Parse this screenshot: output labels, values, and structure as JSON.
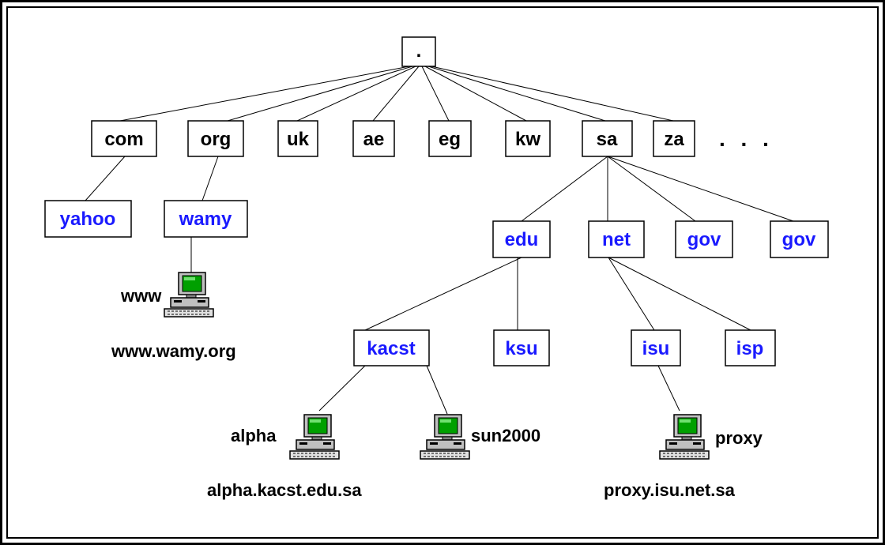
{
  "colors": {
    "top_level_text": "#000000",
    "sub_level_text": "#1a1aff",
    "box_border": "#000000",
    "edge": "#000000",
    "screen": "#00a000"
  },
  "root": {
    "label": "."
  },
  "tld": {
    "com": "com",
    "org": "org",
    "uk": "uk",
    "ae": "ae",
    "eg": "eg",
    "kw": "kw",
    "sa": "sa",
    "za": "za",
    "ellipsis": ". . ."
  },
  "second": {
    "yahoo": "yahoo",
    "wamy": "wamy",
    "edu": "edu",
    "net": "net",
    "gov1": "gov",
    "gov2": "gov"
  },
  "third": {
    "kacst": "kacst",
    "ksu": "ksu",
    "isu": "isu",
    "isp": "isp"
  },
  "hosts": {
    "www": {
      "name": "www",
      "fqdn": "www.wamy.org",
      "icon": "computer-icon"
    },
    "alpha": {
      "name": "alpha",
      "fqdn": "alpha.kacst.edu.sa",
      "icon": "computer-icon"
    },
    "sun2000": {
      "name": "sun2000",
      "icon": "computer-icon"
    },
    "proxy": {
      "name": "proxy",
      "fqdn": "proxy.isu.net.sa",
      "icon": "computer-icon"
    }
  }
}
